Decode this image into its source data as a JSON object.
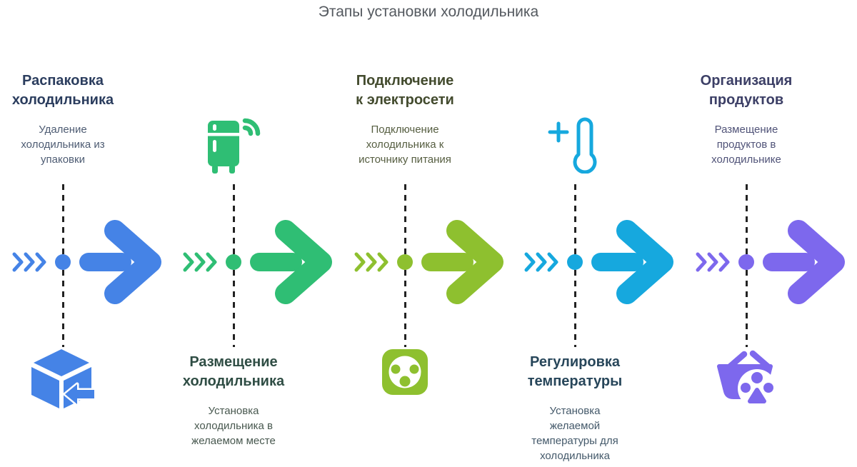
{
  "title": "Этапы установки холодильника",
  "colors": {
    "background": "#ffffff",
    "main_title": "#54595f",
    "dashed_line": "#222222"
  },
  "stages": [
    {
      "title": "Распаковка\nхолодильника",
      "description": "Удаление\nхолодильника из\nупаковки",
      "icon": "unpacking-box-icon",
      "accent_color": "#4583e6",
      "title_color": "#2b3d5e",
      "desc_color": "#4e5c73",
      "text_position": "top",
      "icon_position": "bottom"
    },
    {
      "title": "Размещение\nхолодильника",
      "description": "Установка\nхолодильника в\nжелаемом месте",
      "icon": "smart-fridge-icon",
      "accent_color": "#2fbe74",
      "title_color": "#2f4d44",
      "desc_color": "#48584f",
      "text_position": "bottom",
      "icon_position": "top"
    },
    {
      "title": "Подключение\nк электросети",
      "description": "Подключение\nхолодильника к\nисточнику питания",
      "icon": "power-socket-icon",
      "accent_color": "#8ec02f",
      "title_color": "#434b2e",
      "desc_color": "#565e41",
      "text_position": "top",
      "icon_position": "bottom"
    },
    {
      "title": "Регулировка\nтемпературы",
      "description": "Установка\nжелаемой\nтемпературы для\nхолодильника",
      "icon": "thermometer-plus-icon",
      "accent_color": "#16a8de",
      "title_color": "#27465a",
      "desc_color": "#44596a",
      "text_position": "bottom",
      "icon_position": "top"
    },
    {
      "title": "Организация\nпродуктов",
      "description": "Размещение\nпродуктов в\nхолодильнике",
      "icon": "grocery-basket-icon",
      "accent_color": "#7d68ed",
      "title_color": "#3c3f66",
      "desc_color": "#505378",
      "text_position": "top",
      "icon_position": "bottom"
    }
  ]
}
